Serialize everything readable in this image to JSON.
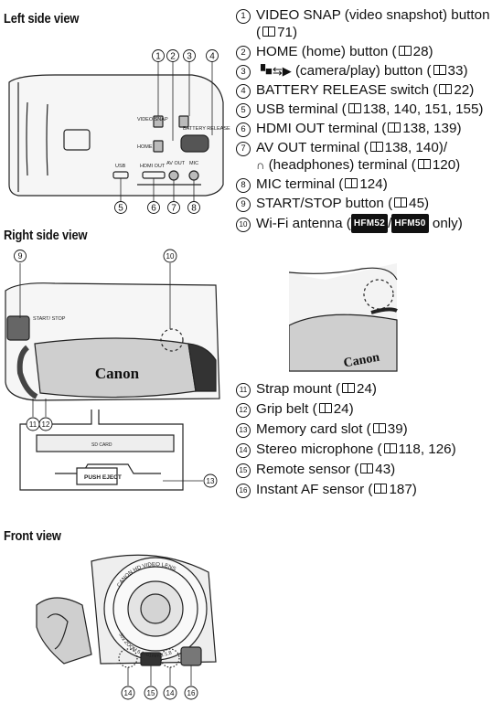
{
  "headings": {
    "left_side": "Left side view",
    "right_side": "Right side view",
    "front": "Front view"
  },
  "figure_left": {
    "labels": [
      "VIDEO SNAP",
      "HOME",
      "BATTERY RELEASE",
      "USB",
      "HDMI OUT",
      "AV OUT",
      "MIC"
    ],
    "callouts_top": [
      "1",
      "2",
      "3",
      "4"
    ],
    "callouts_bottom": [
      "5",
      "6",
      "7",
      "8"
    ]
  },
  "figure_right": {
    "labels": [
      "START/ STOP",
      "Canon",
      "SD CARD",
      "PUSH EJECT"
    ],
    "callouts": [
      "9",
      "10",
      "11",
      "12",
      "13"
    ]
  },
  "figure_strap": {
    "label": "Canon"
  },
  "figure_front": {
    "lens_text": "CANON HD VIDEO LENS",
    "zoom_text": "35x ZOOM 6.1–61mm 1:1.8",
    "callouts": [
      "14",
      "15",
      "14",
      "16"
    ]
  },
  "items_top": [
    {
      "num": "1",
      "text": "VIDEO SNAP (video snapshot) button",
      "text2": "71)"
    },
    {
      "num": "2",
      "text": "HOME (home) button (",
      "ref": "28)"
    },
    {
      "num": "3",
      "text": "(camera/play) button (",
      "ref": "33)"
    },
    {
      "num": "4",
      "text": "BATTERY RELEASE switch (",
      "ref": "22)"
    },
    {
      "num": "5",
      "text": "USB terminal (",
      "ref": "138, 140, 151, 155)"
    },
    {
      "num": "6",
      "text": "HDMI OUT terminal (",
      "ref": "138, 139)"
    },
    {
      "num": "7",
      "text": "AV OUT terminal (",
      "ref": "138, 140)/",
      "text2": "(headphones) terminal (",
      "ref2": "120)"
    },
    {
      "num": "8",
      "text": "MIC terminal (",
      "ref": "124)"
    },
    {
      "num": "9",
      "text": "START/STOP button (",
      "ref": "45)"
    },
    {
      "num": "10",
      "text": "Wi-Fi antenna (",
      "badge1": "HFM52",
      "sep": "/",
      "badge2": "HFM50",
      "tail": "only)"
    }
  ],
  "items_bottom": [
    {
      "num": "11",
      "text": "Strap mount (",
      "ref": "24)"
    },
    {
      "num": "12",
      "text": "Grip belt (",
      "ref": "24)"
    },
    {
      "num": "13",
      "text": "Memory card slot (",
      "ref": "39)"
    },
    {
      "num": "14",
      "text": "Stereo microphone (",
      "ref": "118, 126)"
    },
    {
      "num": "15",
      "text": "Remote sensor (",
      "ref": "43)"
    },
    {
      "num": "16",
      "text": "Instant AF sensor (",
      "ref": "187)"
    }
  ]
}
